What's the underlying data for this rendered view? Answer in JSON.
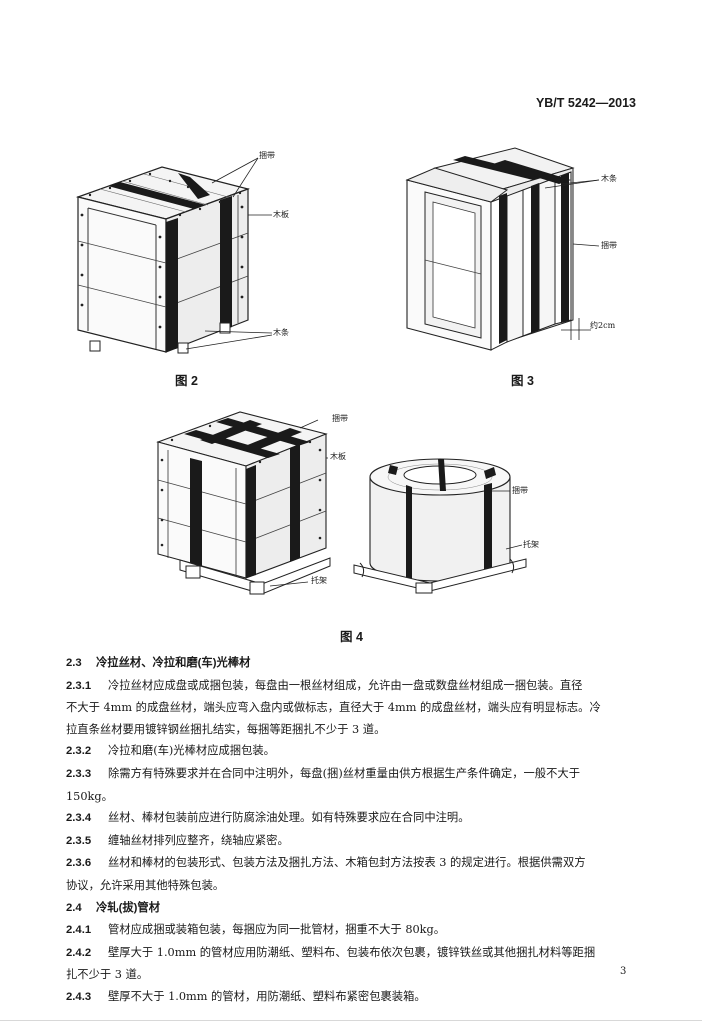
{
  "header": {
    "standard_no": "YB/T 5242—2013"
  },
  "figures": {
    "fig2": {
      "caption": "图 2",
      "labels": {
        "strap": "捆带",
        "board": "木板",
        "slat": "木条"
      }
    },
    "fig3": {
      "caption": "图 3",
      "labels": {
        "slat": "木条",
        "strap": "捆带",
        "dimension": "约2cm"
      }
    },
    "fig4": {
      "caption": "图 4",
      "labels": {
        "strap": "捆带",
        "board": "木板",
        "pallet": "托架",
        "coil_strap": "捆带",
        "coil_pallet": "托架"
      }
    }
  },
  "body": {
    "s23": {
      "num": "2.3",
      "title": "冷拉丝材、冷拉和磨(车)光棒材"
    },
    "p231": {
      "num": "2.3.1",
      "line1": "冷拉丝材应成盘或成捆包装，每盘由一根丝材组成，允许由一盘或数盘丝材组成一捆包装。直径",
      "line2": "不大于 4mm 的成盘丝材，端头应弯入盘内或做标志，直径大于 4mm 的成盘丝材，端头应有明显标志。冷",
      "line3": "拉直条丝材要用镀锌钢丝捆扎结实，每捆等距捆扎不少于 3 道。"
    },
    "p232": {
      "num": "2.3.2",
      "text": "冷拉和磨(车)光棒材应成捆包装。"
    },
    "p233": {
      "num": "2.3.3",
      "line1": "除需方有特殊要求并在合同中注明外，每盘(捆)丝材重量由供方根据生产条件确定，一般不大于",
      "line2": "150kg。"
    },
    "p234": {
      "num": "2.3.4",
      "text": "丝材、棒材包装前应进行防腐涂油处理。如有特殊要求应在合同中注明。"
    },
    "p235": {
      "num": "2.3.5",
      "text": "缠轴丝材排列应整齐，绕轴应紧密。"
    },
    "p236": {
      "num": "2.3.6",
      "line1": "丝材和棒材的包装形式、包装方法及捆扎方法、木箱包封方法按表 3 的规定进行。根据供需双方",
      "line2": "协议，允许采用其他特殊包装。"
    },
    "s24": {
      "num": "2.4",
      "title": "冷轧(拔)管材"
    },
    "p241": {
      "num": "2.4.1",
      "text": "管材应成捆或装箱包装，每捆应为同一批管材，捆重不大于 80kg。"
    },
    "p242": {
      "num": "2.4.2",
      "line1": "壁厚大于 1.0mm 的管材应用防潮纸、塑料布、包装布依次包裹，镀锌铁丝或其他捆扎材料等距捆",
      "line2": "扎不少于 3 道。"
    },
    "p243": {
      "num": "2.4.3",
      "text": "壁厚不大于 1.0mm 的管材，用防潮纸、塑料布紧密包裹装箱。"
    }
  },
  "footer": {
    "page_no": "3"
  }
}
